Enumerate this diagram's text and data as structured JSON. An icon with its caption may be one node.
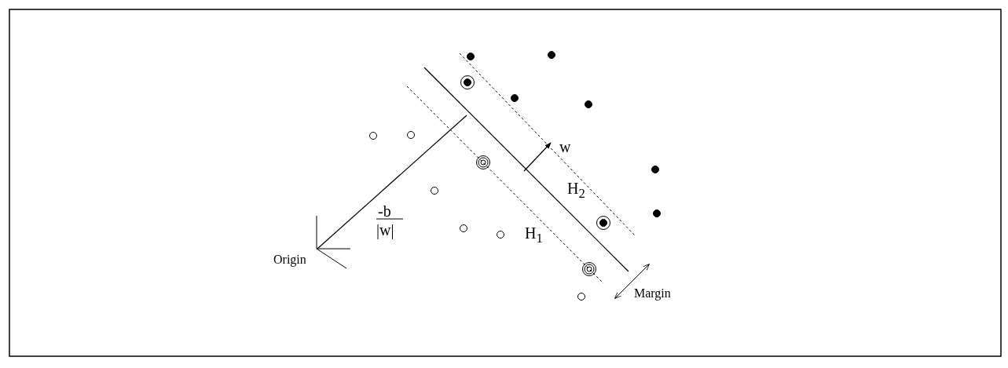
{
  "diagram": {
    "labels": [
      "w",
      "H$_{2}$",
      "-b",
      "|w|",
      "H$_{1}$",
      "Origin",
      "Margin"
    ]
  }
}
